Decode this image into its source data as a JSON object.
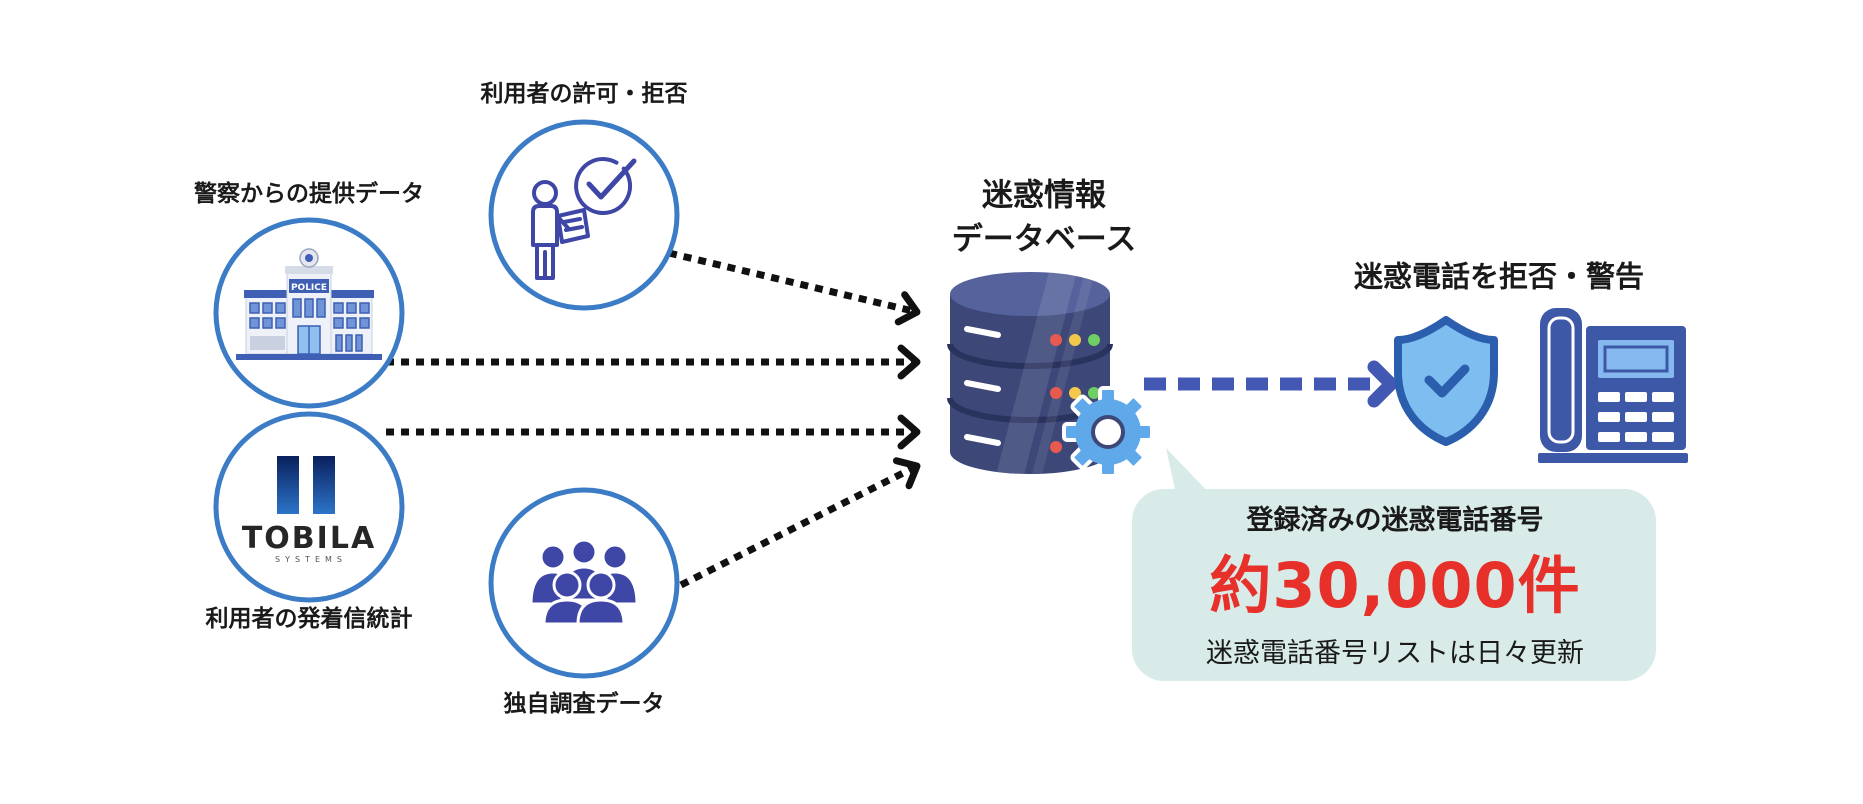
{
  "sources": {
    "permission": {
      "label": "利用者の許可・拒否",
      "icon": "person-checkmark-icon"
    },
    "police": {
      "label": "警察からの提供データ",
      "icon": "police-station-icon",
      "badge": "POLICE"
    },
    "statistics": {
      "label": "利用者の発着信統計",
      "icon": "tobila-logo",
      "logo_text": "TOBILA",
      "logo_subtext": "SYSTEMS"
    },
    "research": {
      "label": "独自調査データ",
      "icon": "people-group-icon"
    }
  },
  "database": {
    "title_line1": "迷惑情報",
    "title_line2": "データベース",
    "icon": "database-server-icon",
    "badge_icon": "gear-icon"
  },
  "output": {
    "label": "迷惑電話を拒否・警告",
    "icons": [
      "shield-check-icon",
      "office-phone-icon"
    ]
  },
  "callout": {
    "heading": "登録済みの迷惑電話番号",
    "count": "約30,000件",
    "note": "迷惑電話番号リストは日々更新"
  },
  "colors": {
    "circle_border": "#3c7bc6",
    "icon_indigo": "#3f47a6",
    "arrow_black": "#111111",
    "db_body": "#3d4879",
    "db_top": "#56629b",
    "db_separator": "#2a325e",
    "gear_blue": "#5fa9ea",
    "dashed_arrow_blue": "#4358b3",
    "shield_fill": "#7dbdf0",
    "shield_stroke": "#2c5eae",
    "phone_blue": "#3e58a8",
    "police_blue": "#3f5fb4",
    "callout_bg": "#d8ebe9",
    "count_red": "#e8302b",
    "text_dark": "#1a1a1a"
  }
}
